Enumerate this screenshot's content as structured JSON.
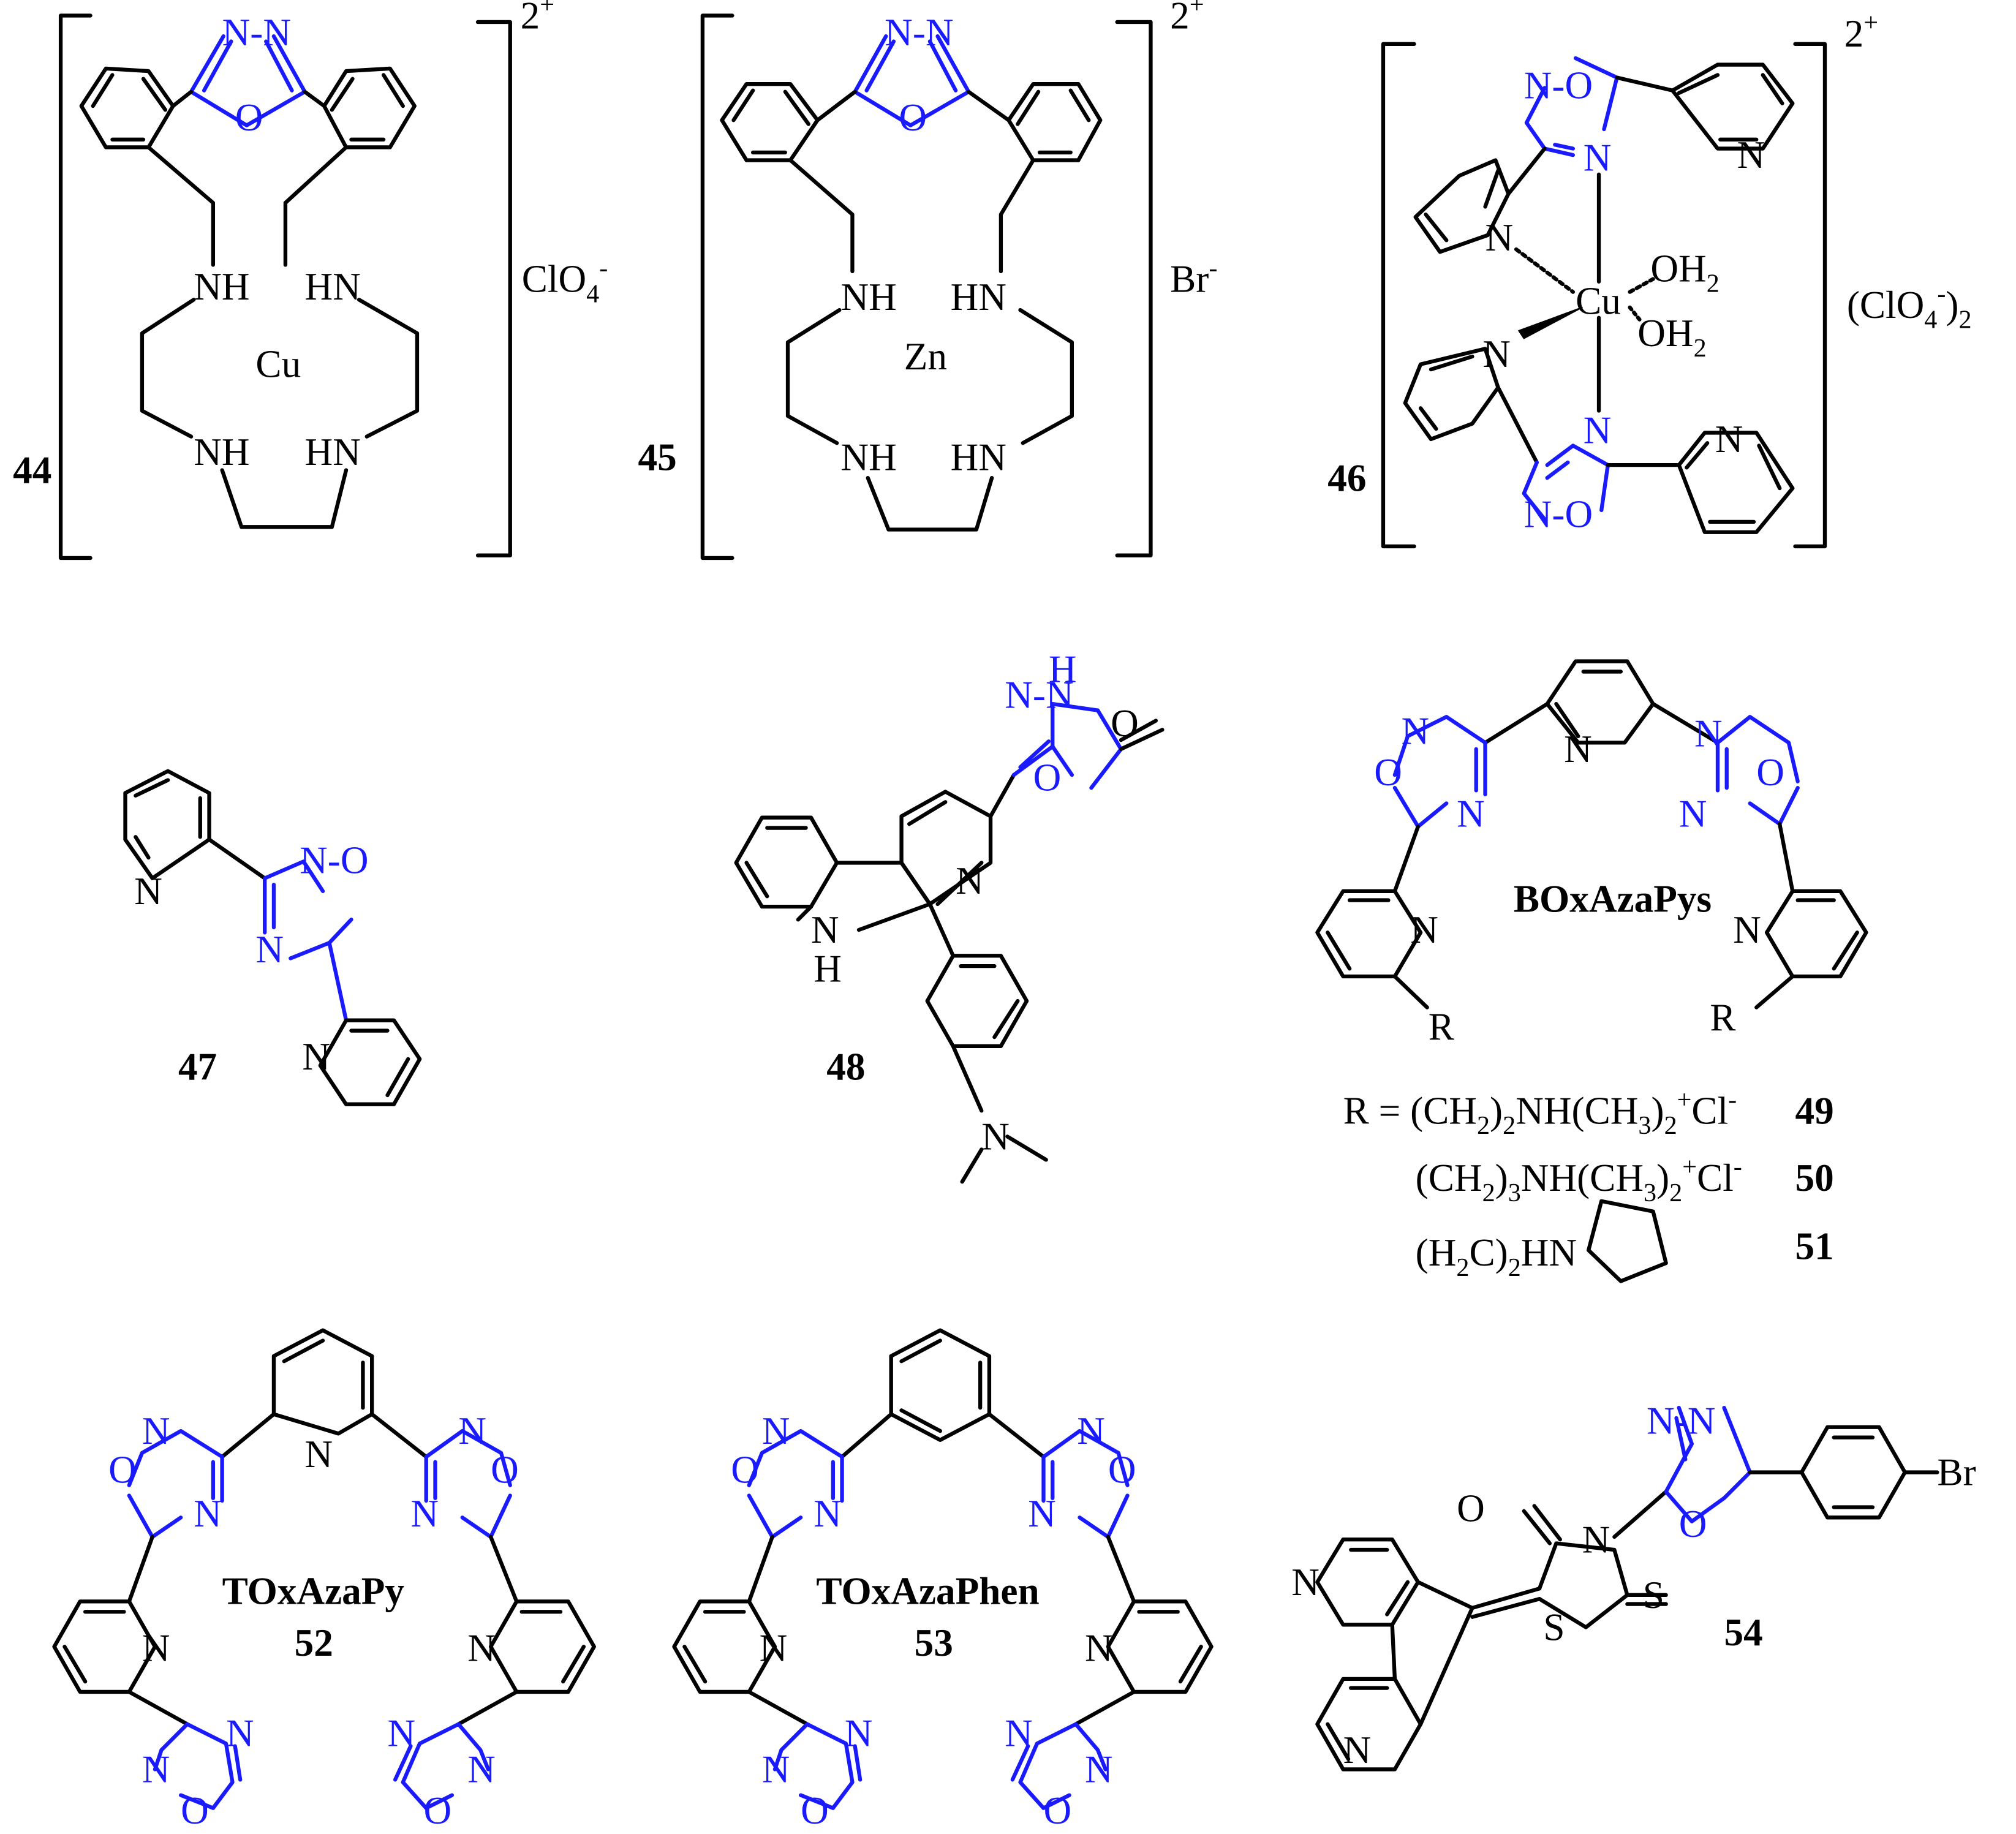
{
  "colors": {
    "ink": "#000000",
    "heterocycle": "#1a1aff"
  },
  "compounds": {
    "c44": {
      "id": "44",
      "metal": "Cu",
      "charge": "2",
      "charge_sup": "+",
      "counter": "ClO",
      "counter_sub": "4",
      "counter_sup": "-",
      "ring_atoms": {
        "n1": "N",
        "n2": "N",
        "o": "O"
      },
      "amines": {
        "a1": "NH",
        "a2": "HN",
        "a3": "NH",
        "a4": "HN"
      }
    },
    "c45": {
      "id": "45",
      "metal": "Zn",
      "charge": "2",
      "charge_sup": "+",
      "counter": "Br",
      "counter_sup": "-",
      "ring_atoms": {
        "n1": "N",
        "n2": "N",
        "o": "O"
      },
      "amines": {
        "a1": "NH",
        "a2": "HN",
        "a3": "NH",
        "a4": "HN"
      }
    },
    "c46": {
      "id": "46",
      "metal": "Cu",
      "charge": "2",
      "charge_sup": "+",
      "counter": "(ClO",
      "counter_sub": "4",
      "counter_sup": "-",
      "counter_end": ")",
      "counter_end_sub": "2",
      "water": "OH",
      "water_sub": "2",
      "n": "N",
      "o": "O"
    },
    "c47": {
      "id": "47",
      "n": "N",
      "o": "O"
    },
    "c48": {
      "id": "48",
      "n": "N",
      "h": "H",
      "o": "O",
      "nh": "N",
      "nh_h": "H"
    },
    "box": {
      "name": "BOxAzaPys",
      "n": "N",
      "o": "O",
      "r": "R",
      "r_lines": [
        {
          "prefix": "R = ",
          "text": "(CH",
          "s1": "2",
          "t2": ")",
          "s2": "2",
          "t3": "NH(CH",
          "s3": "3",
          "t4": ")",
          "s4": "2",
          "sup": "+",
          "t5": "Cl",
          "sup2": "-",
          "id": "49"
        },
        {
          "text": "(CH",
          "s1": "2",
          "t2": ")",
          "s2": "3",
          "t3": "NH(CH",
          "s3": "3",
          "t4": ")",
          "s4": "2",
          "sup": "+",
          "t5": "Cl",
          "sup2": "-",
          "id": "50"
        },
        {
          "text": "(H",
          "s1": "2",
          "t2": "C)",
          "s2": "2",
          "t3": "HN",
          "id": "51"
        }
      ]
    },
    "c52": {
      "name": "TOxAzaPy",
      "id": "52",
      "n": "N",
      "o": "O"
    },
    "c53": {
      "name": "TOxAzaPhen",
      "id": "53",
      "n": "N",
      "o": "O"
    },
    "c54": {
      "id": "54",
      "n": "N",
      "o": "O",
      "s": "S",
      "br": "Br"
    }
  }
}
